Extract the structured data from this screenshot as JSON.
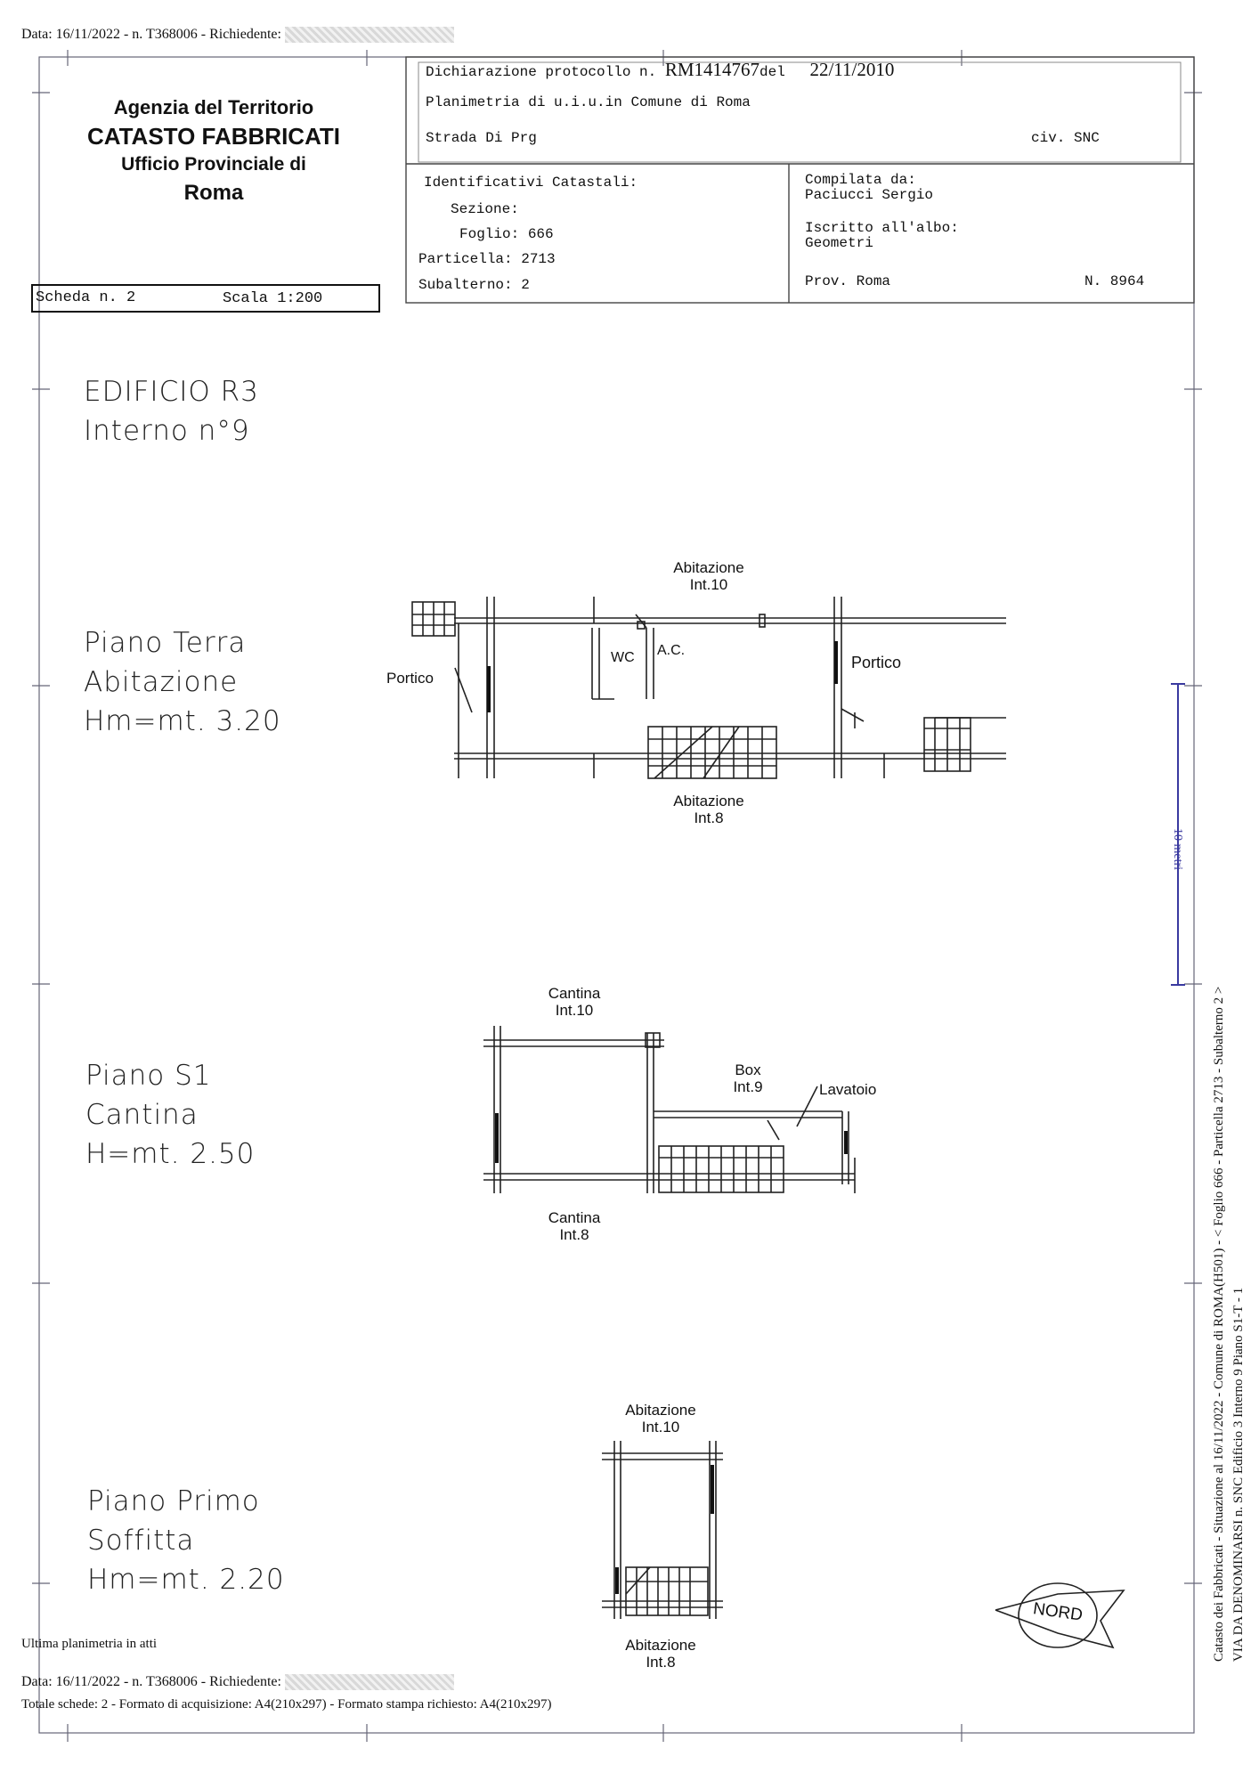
{
  "top_line": {
    "prefix": "Data: 16/11/2022 - n. T368006 - Richiedente:"
  },
  "agency": {
    "line1": "Agenzia del Territorio",
    "line2": "CATASTO FABBRICATI",
    "line3": "Ufficio Provinciale di",
    "line4": "Roma"
  },
  "scheda": {
    "label": "Scheda n. 2",
    "scale": "Scala 1:200"
  },
  "header": {
    "dich_label": "Dichiarazione protocollo n.",
    "dich_num": "RM1414767",
    "dich_del": "del",
    "dich_date": "22/11/2010",
    "planimetria": "Planimetria di u.i.u.in Comune di Roma",
    "strada": "Strada Di Prg",
    "civ": "civ. SNC"
  },
  "ident": {
    "title": "Identificativi Catastali:",
    "sezione": "Sezione:",
    "foglio": "Foglio: 666",
    "particella": "Particella: 2713",
    "subalterno": "Subalterno: 2"
  },
  "compilata": {
    "title": "Compilata da:",
    "name": "Paciucci Sergio",
    "iscritto": "Iscritto all'albo:",
    "albo": "Geometri",
    "prov": "Prov. Roma",
    "num": "N. 8964"
  },
  "edificio": {
    "line1": "EDIFICIO R3",
    "line2": "Interno n°9"
  },
  "piano_terra": {
    "line1": "Piano Terra",
    "line2": "Abitazione",
    "line3": "Hm=mt. 3.20",
    "room_top": [
      "Abitazione",
      "Int.10"
    ],
    "room_bottom": [
      "Abitazione",
      "Int.8"
    ],
    "portico_left": "Portico",
    "portico_right": "Portico",
    "wc": "WC",
    "ac": "A.C."
  },
  "piano_s1": {
    "line1": "Piano S1",
    "line2": "Cantina",
    "line3": "H=mt. 2.50",
    "room_top": [
      "Cantina",
      "Int.10"
    ],
    "room_bottom": [
      "Cantina",
      "Int.8"
    ],
    "box": [
      "Box",
      "Int.9"
    ],
    "lavatoio": "Lavatoio"
  },
  "piano_primo": {
    "line1": "Piano Primo",
    "line2": "Soffitta",
    "line3": "Hm=mt. 2.20",
    "room_top": [
      "Abitazione",
      "Int.10"
    ],
    "room_bottom": [
      "Abitazione",
      "Int.8"
    ]
  },
  "nord": "NORD",
  "scale_bar": "10 metri",
  "side_text": {
    "line1": "Catasto dei Fabbricati - Situazione al 16/11/2022 - Comune di ROMA(H501) - < Foglio 666 - Particella 2713 - Subalterno 2 >",
    "line2": "VIA DA DENOMINARSI n. SNC Edificio 3 Interno 9 Piano S1-T - 1"
  },
  "footer": {
    "ultima": "Ultima planimetria in atti",
    "data_prefix": "Data: 16/11/2022 - n. T368006 - Richiedente:",
    "totale": "Totale schede: 2 - Formato di acquisizione: A4(210x297)  - Formato stampa richiesto: A4(210x297)"
  }
}
